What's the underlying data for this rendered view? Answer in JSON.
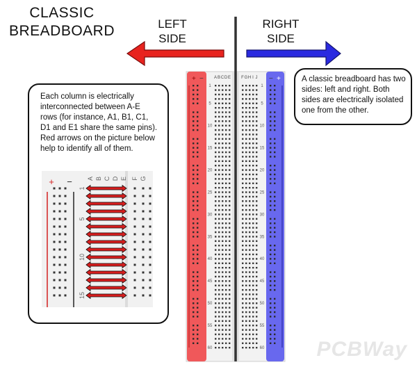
{
  "title": "CLASSIC BREADBOARD",
  "left_side_label": "LEFT SIDE",
  "right_side_label": "RIGHT SIDE",
  "left_note": "Each column is electrically interconnected between A-E rows (for instance, A1, B1, C1, D1 and E1 share the same pins). Red arrows on the picture below help to identify all of them.",
  "right_note": "A classic breadboard has two sides: left and right. Both sides are electrically isolated one from the other.",
  "watermark": "PCBWay",
  "board": {
    "row_letters_left": [
      "A",
      "B",
      "C",
      "D",
      "E"
    ],
    "row_letters_right": [
      "F",
      "G",
      "H",
      "I",
      "J"
    ],
    "column_numbers": [
      "1",
      "5",
      "10",
      "15",
      "20",
      "25",
      "30",
      "35",
      "40",
      "45",
      "50",
      "55",
      "60"
    ],
    "rail_plus": "+",
    "rail_minus": "−"
  },
  "inset": {
    "row_letters": [
      "A",
      "B",
      "C",
      "D",
      "E"
    ],
    "row_letters_right": [
      "F",
      "G"
    ],
    "column_numbers": [
      "1",
      "5",
      "10",
      "15"
    ],
    "rail_plus": "+",
    "rail_minus": "−",
    "arrow_count": 15
  },
  "colors": {
    "left_arrow": "#e8231e",
    "right_arrow": "#2a2ae0",
    "positive_rail": "#f0585a",
    "negative_rail": "#6868ee",
    "divider": "#333333",
    "inset_arrow": "#d81e1e"
  }
}
